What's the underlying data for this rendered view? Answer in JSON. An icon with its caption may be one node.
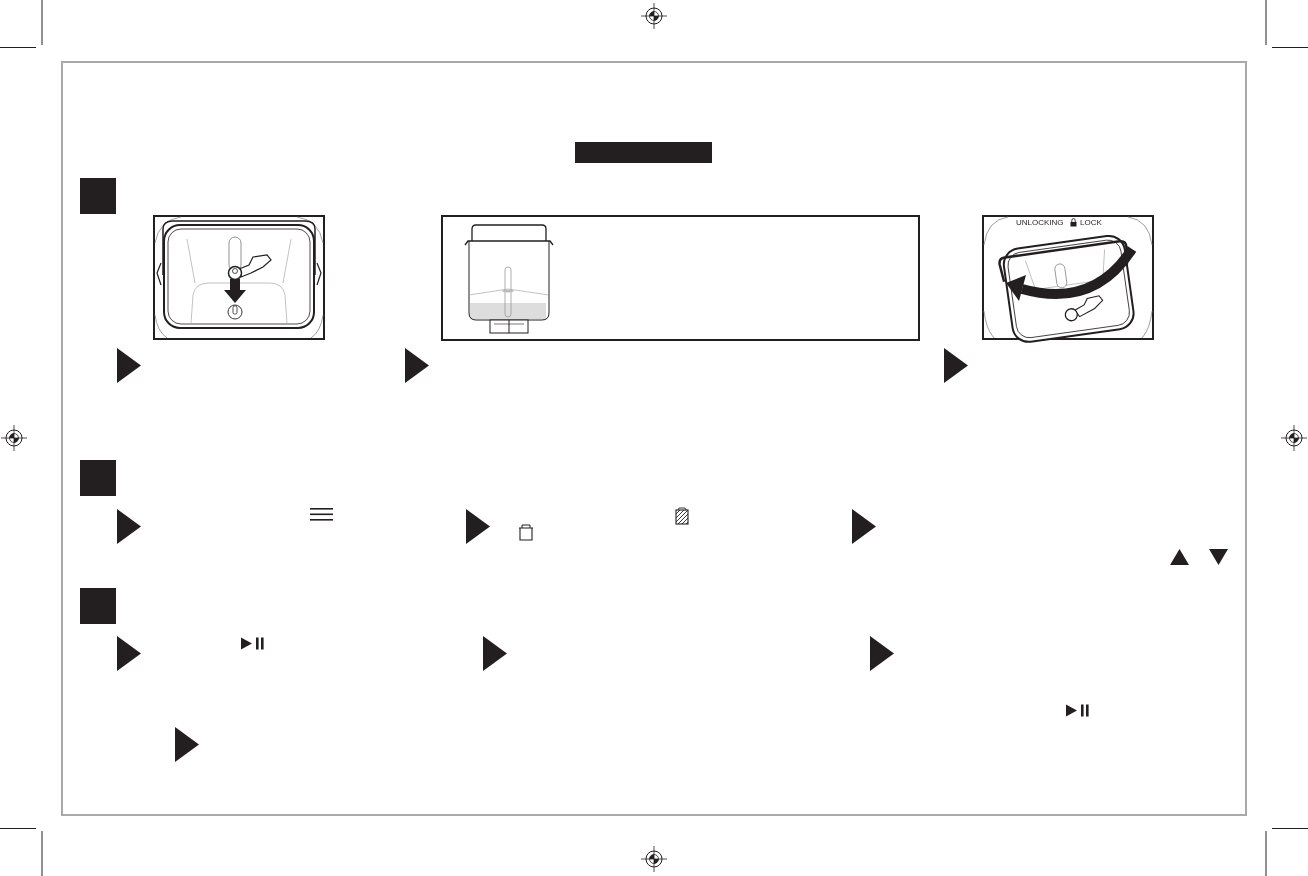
{
  "diagram": {
    "nodes": [
      {
        "text": [],
        "shape": "bar"
      }
    ],
    "labels": [
      "UNLOCKING",
      "LOCK"
    ]
  }
}
